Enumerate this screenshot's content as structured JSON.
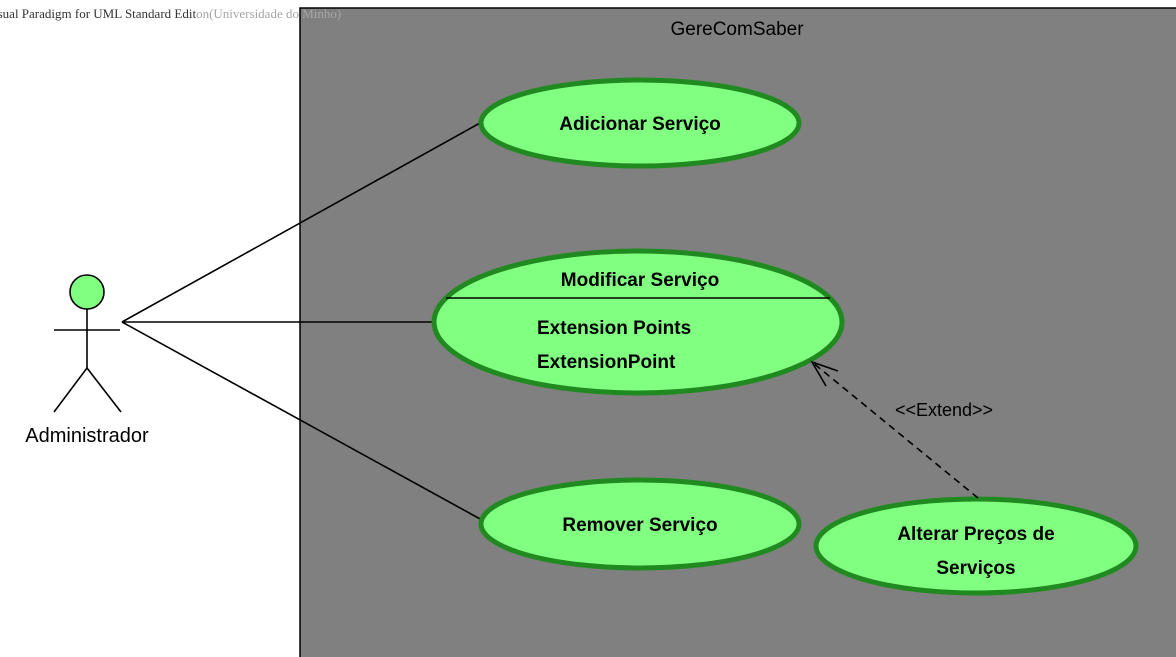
{
  "watermark": {
    "text_main": "isual Paradigm for UML Standard Edit",
    "text_faint": "on(Universidade do Minho)"
  },
  "system": {
    "name": "GereComSaber",
    "fill_color": "#808080"
  },
  "actor": {
    "name": "Administrador",
    "head_color": "#80ff80"
  },
  "use_cases": {
    "adicionar": {
      "label": "Adicionar Serviço"
    },
    "modificar": {
      "label": "Modificar Serviço",
      "compartment_title": "Extension Points",
      "extension_point": "ExtensionPoint"
    },
    "remover": {
      "label": "Remover Serviço"
    },
    "alterar": {
      "label_line1": "Alterar Preços de",
      "label_line2": "Serviços"
    }
  },
  "relationships": {
    "extend_label": "<<Extend>>"
  },
  "colors": {
    "use_case_fill": "#80ff80",
    "use_case_stroke": "#208a20",
    "line": "#000000"
  }
}
